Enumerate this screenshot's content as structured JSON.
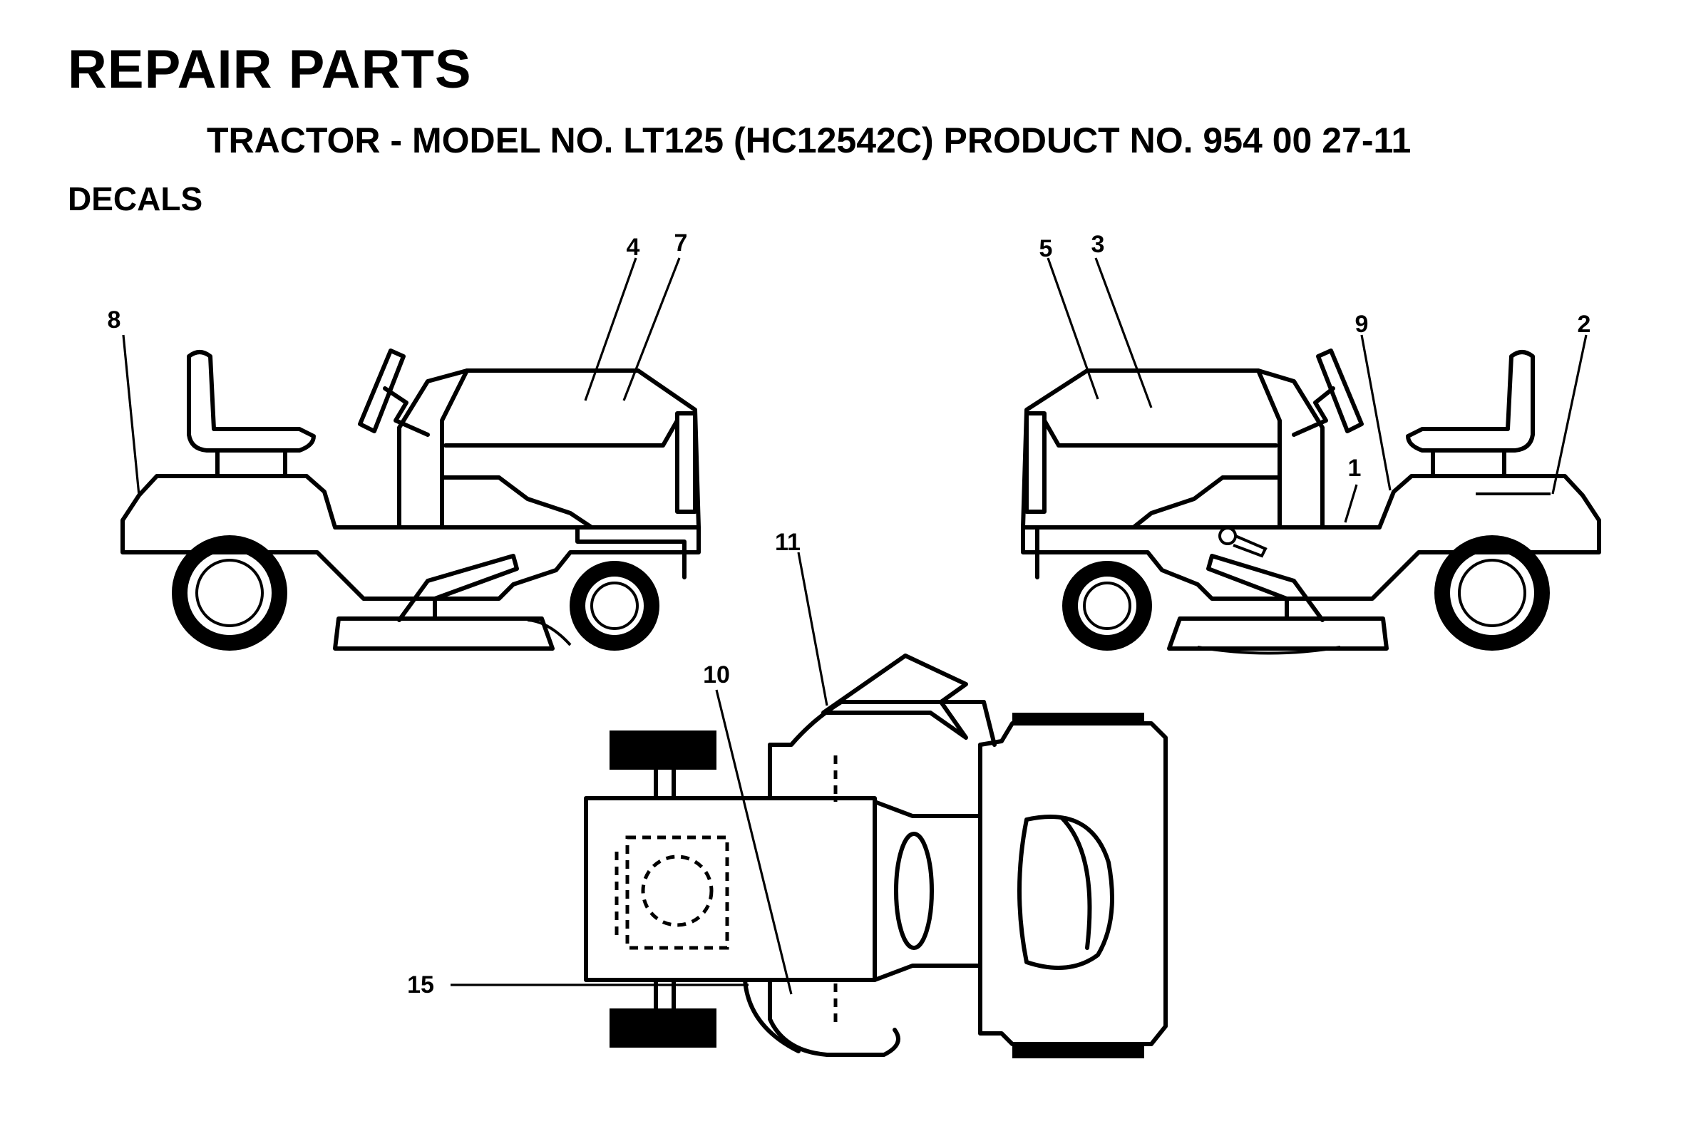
{
  "header": {
    "title": "REPAIR PARTS",
    "model_line": "TRACTOR - MODEL NO. LT125 (HC12542C) PRODUCT NO. 954 00 27-11",
    "section": "DECALS"
  },
  "callouts": {
    "c1": "1",
    "c2": "2",
    "c3": "3",
    "c4": "4",
    "c5": "5",
    "c7": "7",
    "c8": "8",
    "c9": "9",
    "c10": "10",
    "c11": "11",
    "c15": "15"
  }
}
